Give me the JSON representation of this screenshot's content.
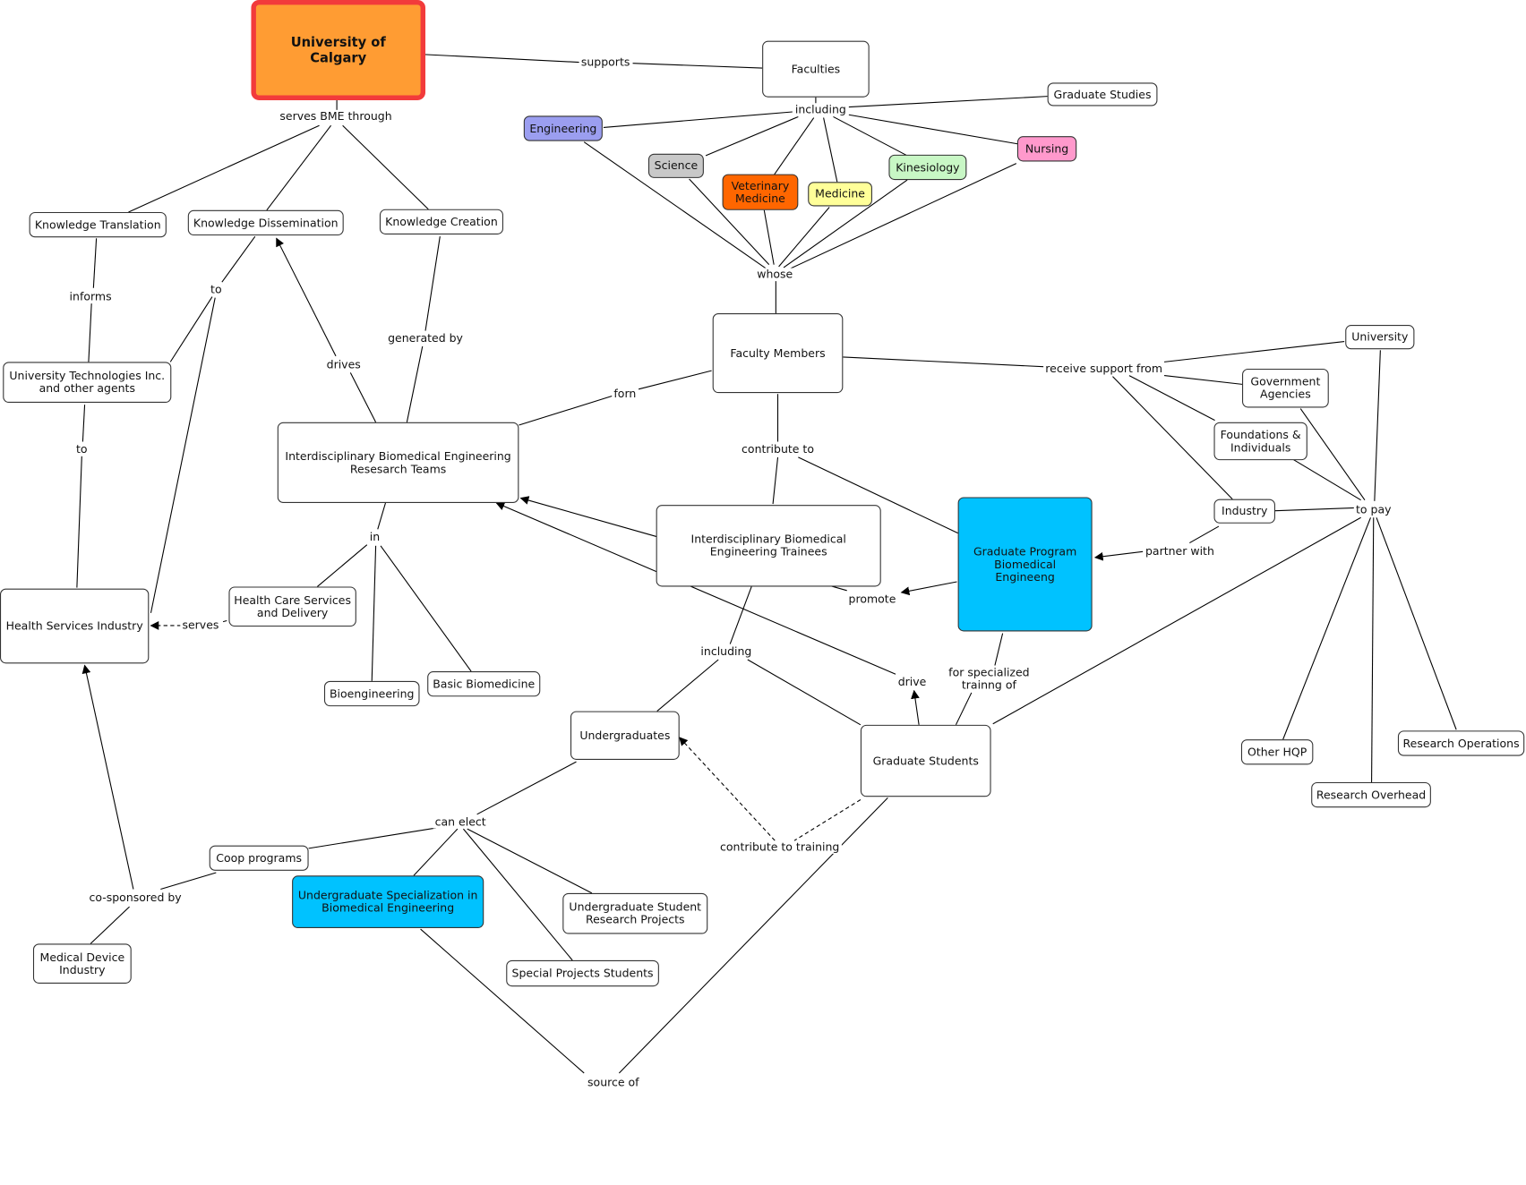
{
  "colors": {
    "root_fill": "#ff9c33",
    "root_border": "#f23b3b",
    "highlight_blue": "#00c2ff",
    "engineering": "#9b9ef0",
    "science": "#c8c8c8",
    "veterinary_medicine": "#ff6600",
    "medicine": "#ffff99",
    "kinesiology": "#c8f7c5",
    "nursing": "#ff99cc"
  },
  "nodes": {
    "university_of_calgary": "University of\nCalgary",
    "faculties": "Faculties",
    "graduate_studies": "Graduate Studies",
    "engineering": "Engineering",
    "science": "Science",
    "veterinary_medicine": "Veterinary\nMedicine",
    "medicine": "Medicine",
    "kinesiology": "Kinesiology",
    "nursing": "Nursing",
    "knowledge_translation": "Knowledge Translation",
    "knowledge_dissemination": "Knowledge Dissemination",
    "knowledge_creation": "Knowledge Creation",
    "university_technologies": "University Technologies Inc.\nand other agents",
    "faculty_members": "Faculty Members",
    "university": "University",
    "government_agencies": "Government\nAgencies",
    "foundations_individuals": "Foundations &\nIndividuals",
    "industry": "Industry",
    "research_teams": "Interdisciplinary Biomedical Engineering\nResesarch Teams",
    "trainees": "Interdisciplinary Biomedical\nEngineering Trainees",
    "graduate_program": "Graduate Program\nBiomedical Engineeng",
    "health_services_industry": "Health Services Industry",
    "health_care_services": "Health Care Services\nand Delivery",
    "bioengineering": "Bioengineering",
    "basic_biomedicine": "Basic Biomedicine",
    "undergraduates": "Undergraduates",
    "graduate_students": "Graduate Students",
    "other_hqp": "Other HQP",
    "research_operations": "Research Operations",
    "research_overhead": "Research Overhead",
    "coop_programs": "Coop programs",
    "undergrad_specialization": "Undergraduate Specialization in\nBiomedical Engineering",
    "undergrad_research_projects": "Undergraduate Student\nResearch Projects",
    "special_projects_students": "Special Projects Students",
    "medical_device_industry": "Medical Device\nIndustry"
  },
  "links": {
    "supports": "supports",
    "serves_bme_through": "serves BME through",
    "including_faculties": "including",
    "whose": "whose",
    "informs": "informs",
    "to_dissemination": "to",
    "to_uti": "to",
    "drives": "drives",
    "generated_by": "generated by",
    "forn": "forn",
    "contribute_to": "contribute to",
    "receive_support_from": "receive support from",
    "to_pay": "to pay",
    "partner_with": "partner with",
    "promote": "promote",
    "in": "in",
    "serves": "serves",
    "including_trainees": "including",
    "drive": "drive",
    "for_specialized_training": "for specialized\ntrainng of",
    "can_elect": "can elect",
    "contribute_to_training": "contribute to training",
    "co_sponsored_by": "co-sponsored by",
    "source_of": "source of"
  }
}
